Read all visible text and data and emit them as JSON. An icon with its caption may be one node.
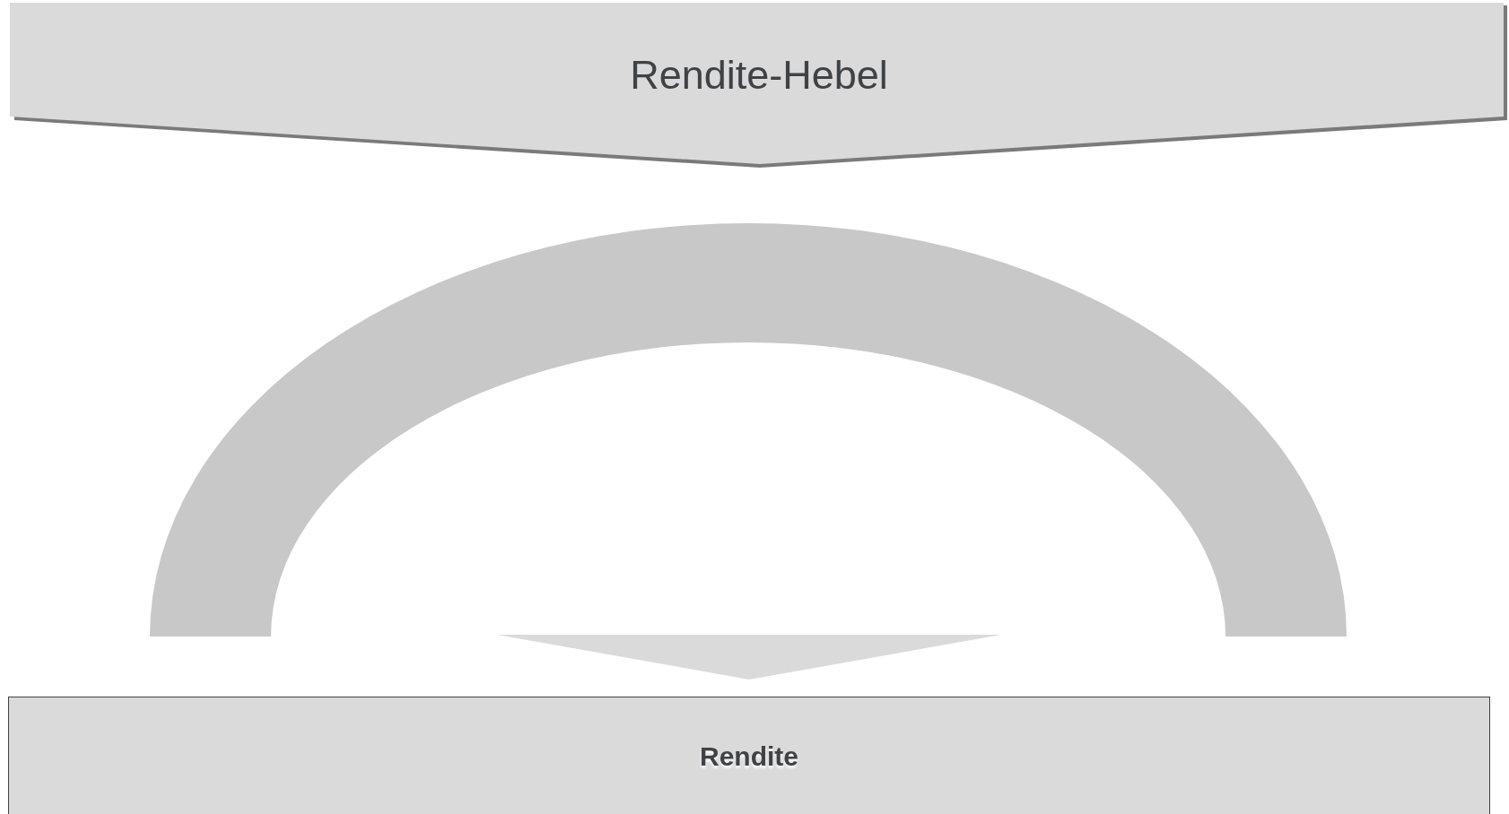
{
  "diagram": {
    "nodes": [
      {
        "text": [
          "Rendite-Hebel"
        ]
      },
      {
        "text": [],
        "shape": "arch"
      },
      {
        "text": [
          "Rendite"
        ]
      }
    ],
    "edges": [
      {
        "from": 1,
        "to": 2,
        "arrow": "to"
      }
    ]
  }
}
